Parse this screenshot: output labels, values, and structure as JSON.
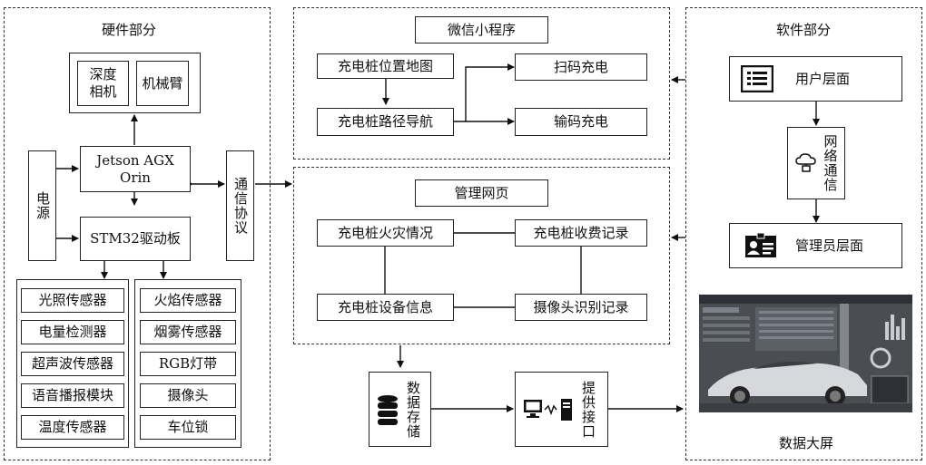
{
  "hardware": {
    "title": "硬件部分",
    "depth_camera": "深度\n相机",
    "robot_arm": "机械臂",
    "jetson": "Jetson AGX\nOrin",
    "power": "电源",
    "stm32": "STM32驱动板",
    "sensors_left": [
      "光照传感器",
      "电量检测器",
      "超声波传感器",
      "语音播报模块",
      "温度传感器"
    ],
    "sensors_right": [
      "火焰传感器",
      "烟雾传感器",
      "RGB灯带",
      "摄像头",
      "车位锁"
    ]
  },
  "protocol": "通信协议",
  "miniprogram": {
    "title": "微信小程序",
    "map": "充电桩位置地图",
    "nav": "充电桩路径导航",
    "scan": "扫码充电",
    "input": "输码充电"
  },
  "webpage": {
    "title": "管理网页",
    "fire": "充电桩火灾情况",
    "fee": "充电桩收费记录",
    "device": "充电桩设备信息",
    "camera": "摄像头识别记录"
  },
  "storage": "数据存储",
  "api": "提供接口",
  "software": {
    "title": "软件部分",
    "user": "用户层面",
    "network": "网络通信",
    "admin": "管理员层面"
  },
  "bigscreen": {
    "label": "数据大屏"
  }
}
